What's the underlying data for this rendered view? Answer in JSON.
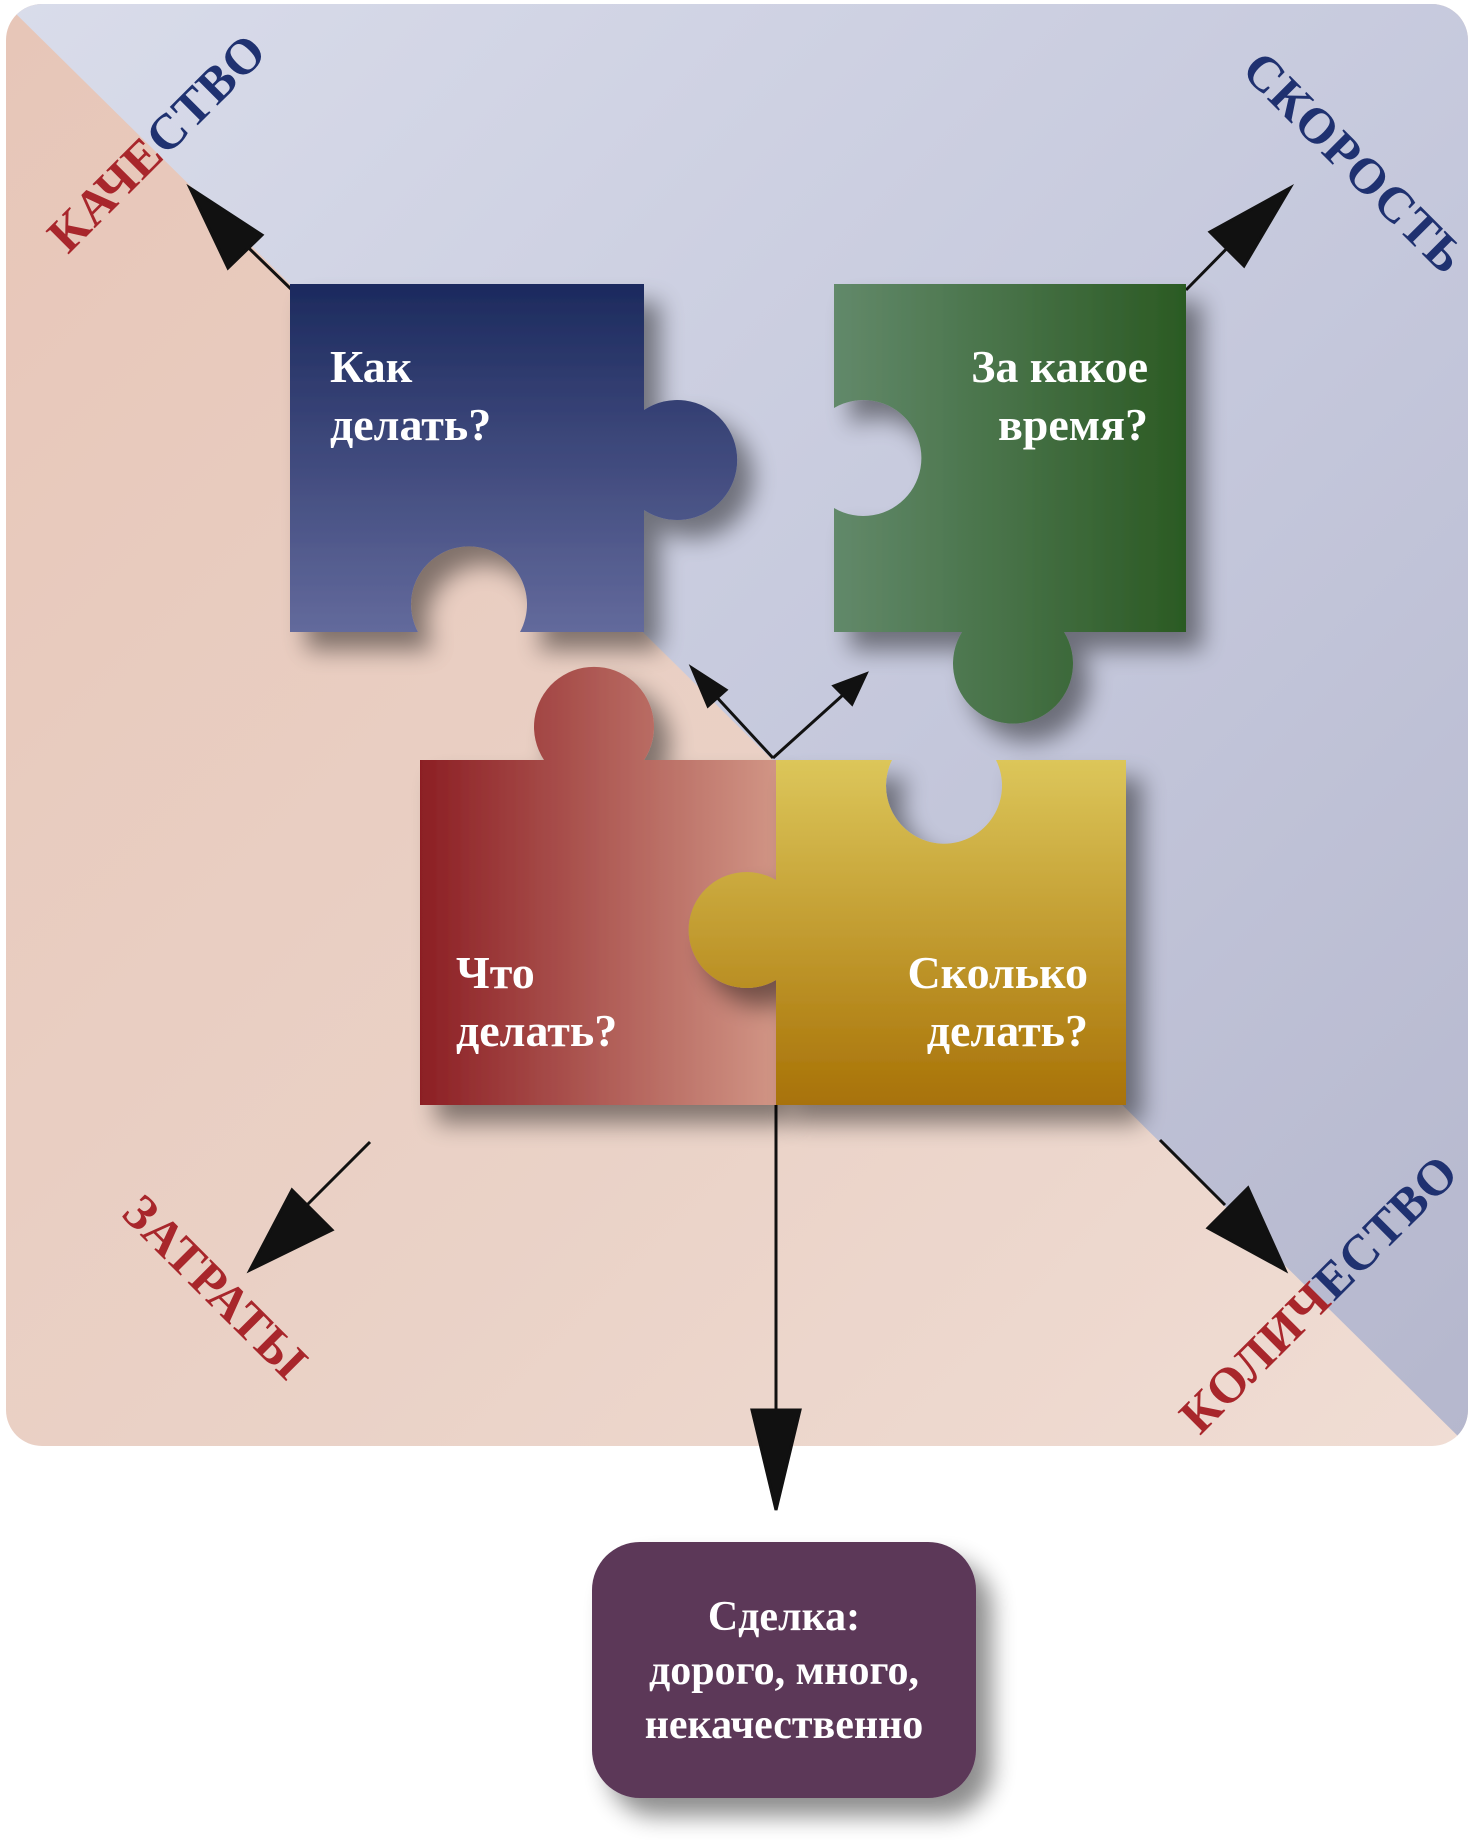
{
  "axes": {
    "quality": {
      "part1": "КАЧЕ",
      "part2": "СТВО",
      "color1": "#a8262b",
      "color2": "#1f3170"
    },
    "speed": {
      "label": "СКОРОСТЬ",
      "color": "#1f3170"
    },
    "costs": {
      "label": "ЗАТРАТЫ",
      "color": "#a8262b"
    },
    "quantity": {
      "part1": "КОЛИЧ",
      "part2": "ЕСТВО",
      "color1": "#a8262b",
      "color2": "#1f3170"
    }
  },
  "pieces": {
    "how": {
      "line1": "Как",
      "line2": "делать?",
      "color_top": "#1c2a5e",
      "color_bottom": "#636a9c"
    },
    "when": {
      "line1": "За какое",
      "line2": "время?",
      "color_left": "#62896a",
      "color_right": "#2b5a23"
    },
    "what": {
      "line1": "Что",
      "line2": "делать?",
      "color_left": "#8c1f24",
      "color_right": "#d19585"
    },
    "howmuch": {
      "line1": "Сколько",
      "line2": "делать?",
      "color_top": "#dcc65a",
      "color_bottom": "#a87207"
    }
  },
  "result": {
    "line1": "Сделка:",
    "line2": "дорого, много,",
    "line3": "некачественно",
    "color": "#5c3959"
  },
  "background": {
    "blue_region": "#c9cbdc",
    "pink_region": "#ecd3c8"
  }
}
